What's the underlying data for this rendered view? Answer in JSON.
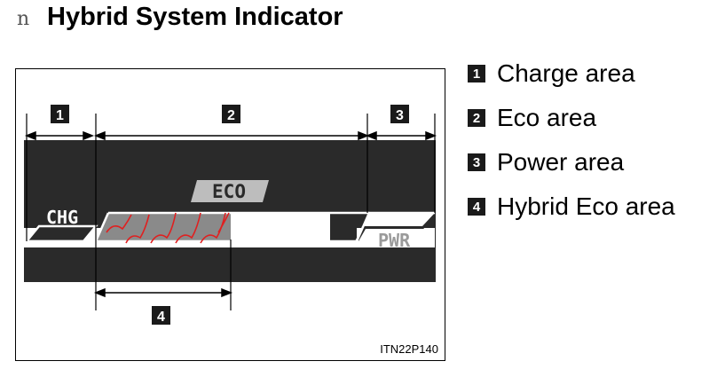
{
  "header": {
    "bullet": "n",
    "title": "Hybrid System Indicator"
  },
  "figure": {
    "callouts": [
      "1",
      "2",
      "3",
      "4"
    ],
    "display": {
      "chg_label": "CHG",
      "eco_label": "ECO",
      "pwr_label": "PWR"
    },
    "code": "ITN22P140"
  },
  "legend": {
    "items": [
      {
        "num": "1",
        "label": "Charge area"
      },
      {
        "num": "2",
        "label": "Eco area"
      },
      {
        "num": "3",
        "label": "Power area"
      },
      {
        "num": "4",
        "label": "Hybrid Eco area"
      }
    ]
  },
  "colors": {
    "panel": "#2a2a2a",
    "hybrid_eco_fill": "#8a8a8a",
    "hybrid_eco_lines": "#e02020",
    "eco_badge": "#bdbdbd",
    "pwr_text": "#9a9a9a"
  }
}
